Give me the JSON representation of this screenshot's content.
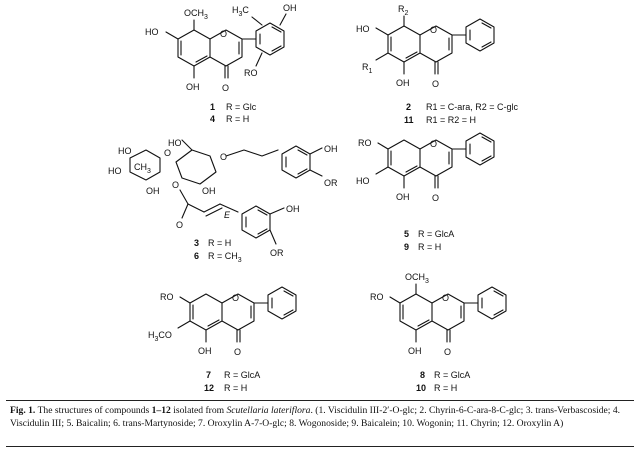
{
  "labels": {
    "och3": "OCH",
    "sub3": "3",
    "h3c": "H",
    "co": "C",
    "ome": "OCH",
    "oh": "OH",
    "ho": "HO",
    "o": "O",
    "ro": "RO",
    "or": "OR",
    "r2": "R",
    "r1": "R",
    "e": "E",
    "ch3": "CH",
    "h3co": "H",
    "co2": "CO"
  },
  "compounds": {
    "c1": {
      "num": "1",
      "r": "R = Glc"
    },
    "c4": {
      "num": "4",
      "r": "R = H"
    },
    "c2": {
      "num": "2",
      "r": "R1 = C-ara, R2 = C-glc"
    },
    "c11": {
      "num": "11",
      "r": "R1 = R2 = H"
    },
    "c3": {
      "num": "3",
      "r": "R = H"
    },
    "c6": {
      "num": "6",
      "r": "R = CH3"
    },
    "c5": {
      "num": "5",
      "r": "R = GlcA"
    },
    "c9": {
      "num": "9",
      "r": "R = H"
    },
    "c7": {
      "num": "7",
      "r": "R = GlcA"
    },
    "c12": {
      "num": "12",
      "r": "R = H"
    },
    "c8": {
      "num": "8",
      "r": "R = GlcA"
    },
    "c10": {
      "num": "10",
      "r": "R = H"
    }
  },
  "caption": {
    "label": "Fig. 1.",
    "text_a": "The structures of compounds",
    "range": "1–12",
    "text_b": "isolated from",
    "species": "Scutellaria lateriflora",
    "text_c": ". (1. Viscidulin III-2′-O-glc; 2. Chyrin-6-C-ara-8-C-glc; 3. trans-Verbascoside; 4. Viscidulin III; 5. Baicalin; 6. trans-Martynoside; 7. Oroxylin A-7-O-glc; 8. Wogonoside; 9. Baicalein; 10. Wogonin; 11. Chyrin; 12. Oroxylin A)"
  }
}
